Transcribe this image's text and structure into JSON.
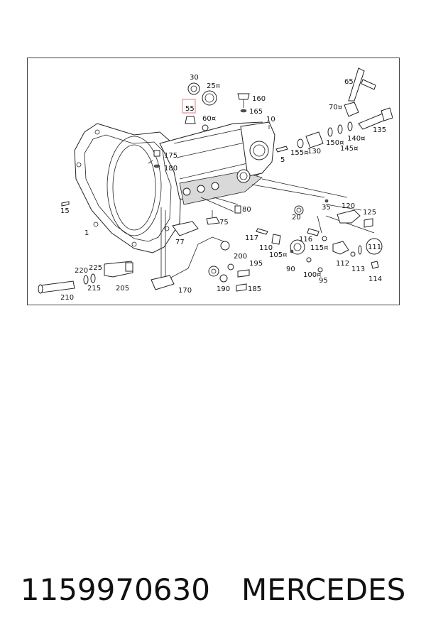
{
  "diagram": {
    "highlight_color": "#e8a0a8",
    "callouts": {
      "p1": "1",
      "p5": "5",
      "p10": "10",
      "p15": "15",
      "p20": "20",
      "p25": "25¤",
      "p30": "30",
      "p35": "35",
      "p55": "55",
      "p60": "60¤",
      "p65": "65",
      "p70": "70¤",
      "p75": "75",
      "p77": "77",
      "p80": "80",
      "p90": "90",
      "p95": "95",
      "p100": "100¤",
      "p105": "105¤",
      "p110": "110",
      "p111": "111",
      "p112": "112",
      "p113": "113",
      "p114": "114",
      "p115": "115¤",
      "p116": "116",
      "p117": "117",
      "p120": "120",
      "p125": "125",
      "p130": "130",
      "p135": "135",
      "p140": "140¤",
      "p145": "145¤",
      "p150": "150¤",
      "p155": "155¤",
      "p160": "160",
      "p165": "165",
      "p170": "170",
      "p175": "175",
      "p180": "180",
      "p185": "185",
      "p190": "190",
      "p195": "195",
      "p200": "200",
      "p205": "205",
      "p210": "210",
      "p215": "215",
      "p220": "220",
      "p225": "225"
    }
  },
  "caption": {
    "part_number": "1159970630",
    "brand": "MERCEDES"
  }
}
